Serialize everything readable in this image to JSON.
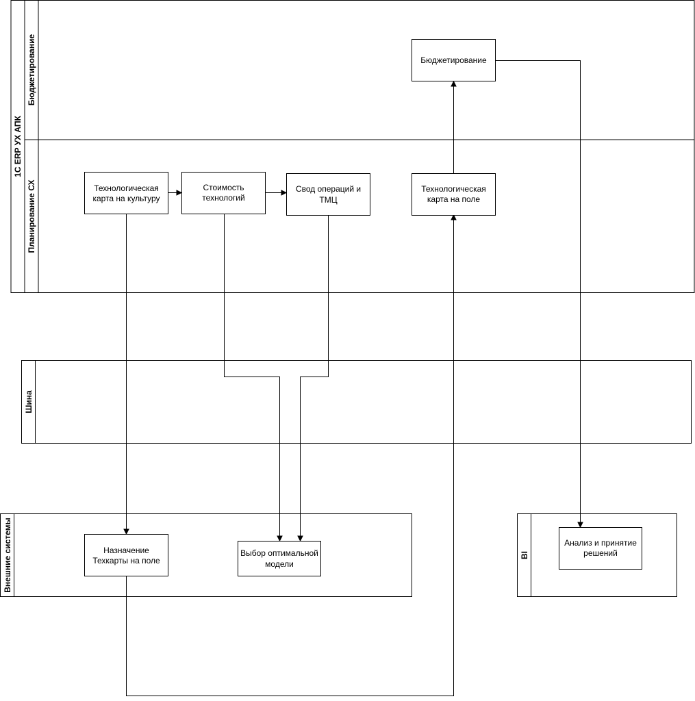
{
  "pools": {
    "erp": "1С ERP УХ АПК",
    "lane_budget": "Бюджетирование",
    "lane_planning": "Планирование СХ",
    "bus": "Шина",
    "external": "Внешние системы",
    "bi": "BI"
  },
  "nodes": {
    "budgeting": [
      "Бюджетирование"
    ],
    "tech_card_crop": [
      "Технологическая",
      "карта на культуру"
    ],
    "tech_cost": [
      "Стоимость",
      "технологий"
    ],
    "ops_summary": [
      "Свод операций и",
      "ТМЦ"
    ],
    "tech_card_field": [
      "Технологическая",
      "карта на поле"
    ],
    "assign_card": [
      "Назначение",
      "Техкарты на поле"
    ],
    "choose_model": [
      "Выбор оптимальной",
      "модели"
    ],
    "analysis": [
      "Анализ и принятие",
      "решений"
    ]
  }
}
